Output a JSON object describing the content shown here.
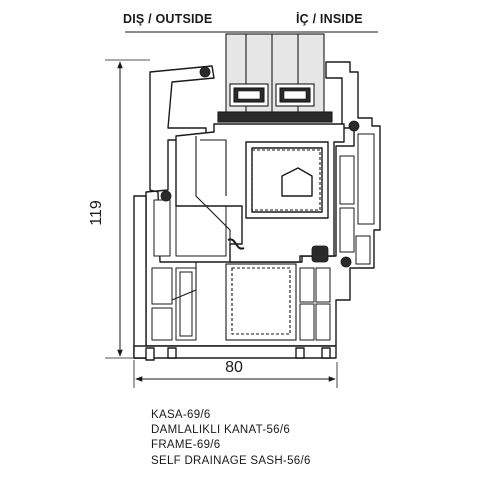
{
  "header": {
    "outside_label": "DIŞ / OUTSIDE",
    "inside_label": "İÇ / INSIDE"
  },
  "dimensions": {
    "height_label": "119",
    "width_label": "80"
  },
  "caption": {
    "lines": [
      "KASA-69/6",
      "DAMLALIKLI KANAT-56/6",
      "FRAME-69/6",
      "SELF DRAINAGE SASH-56/6"
    ]
  },
  "colors": {
    "line": "#1a1a1a",
    "profile_fill": "#ffffff",
    "glass_fill": "#e6e6e6",
    "gasket_fill": "#2a2a2a"
  }
}
